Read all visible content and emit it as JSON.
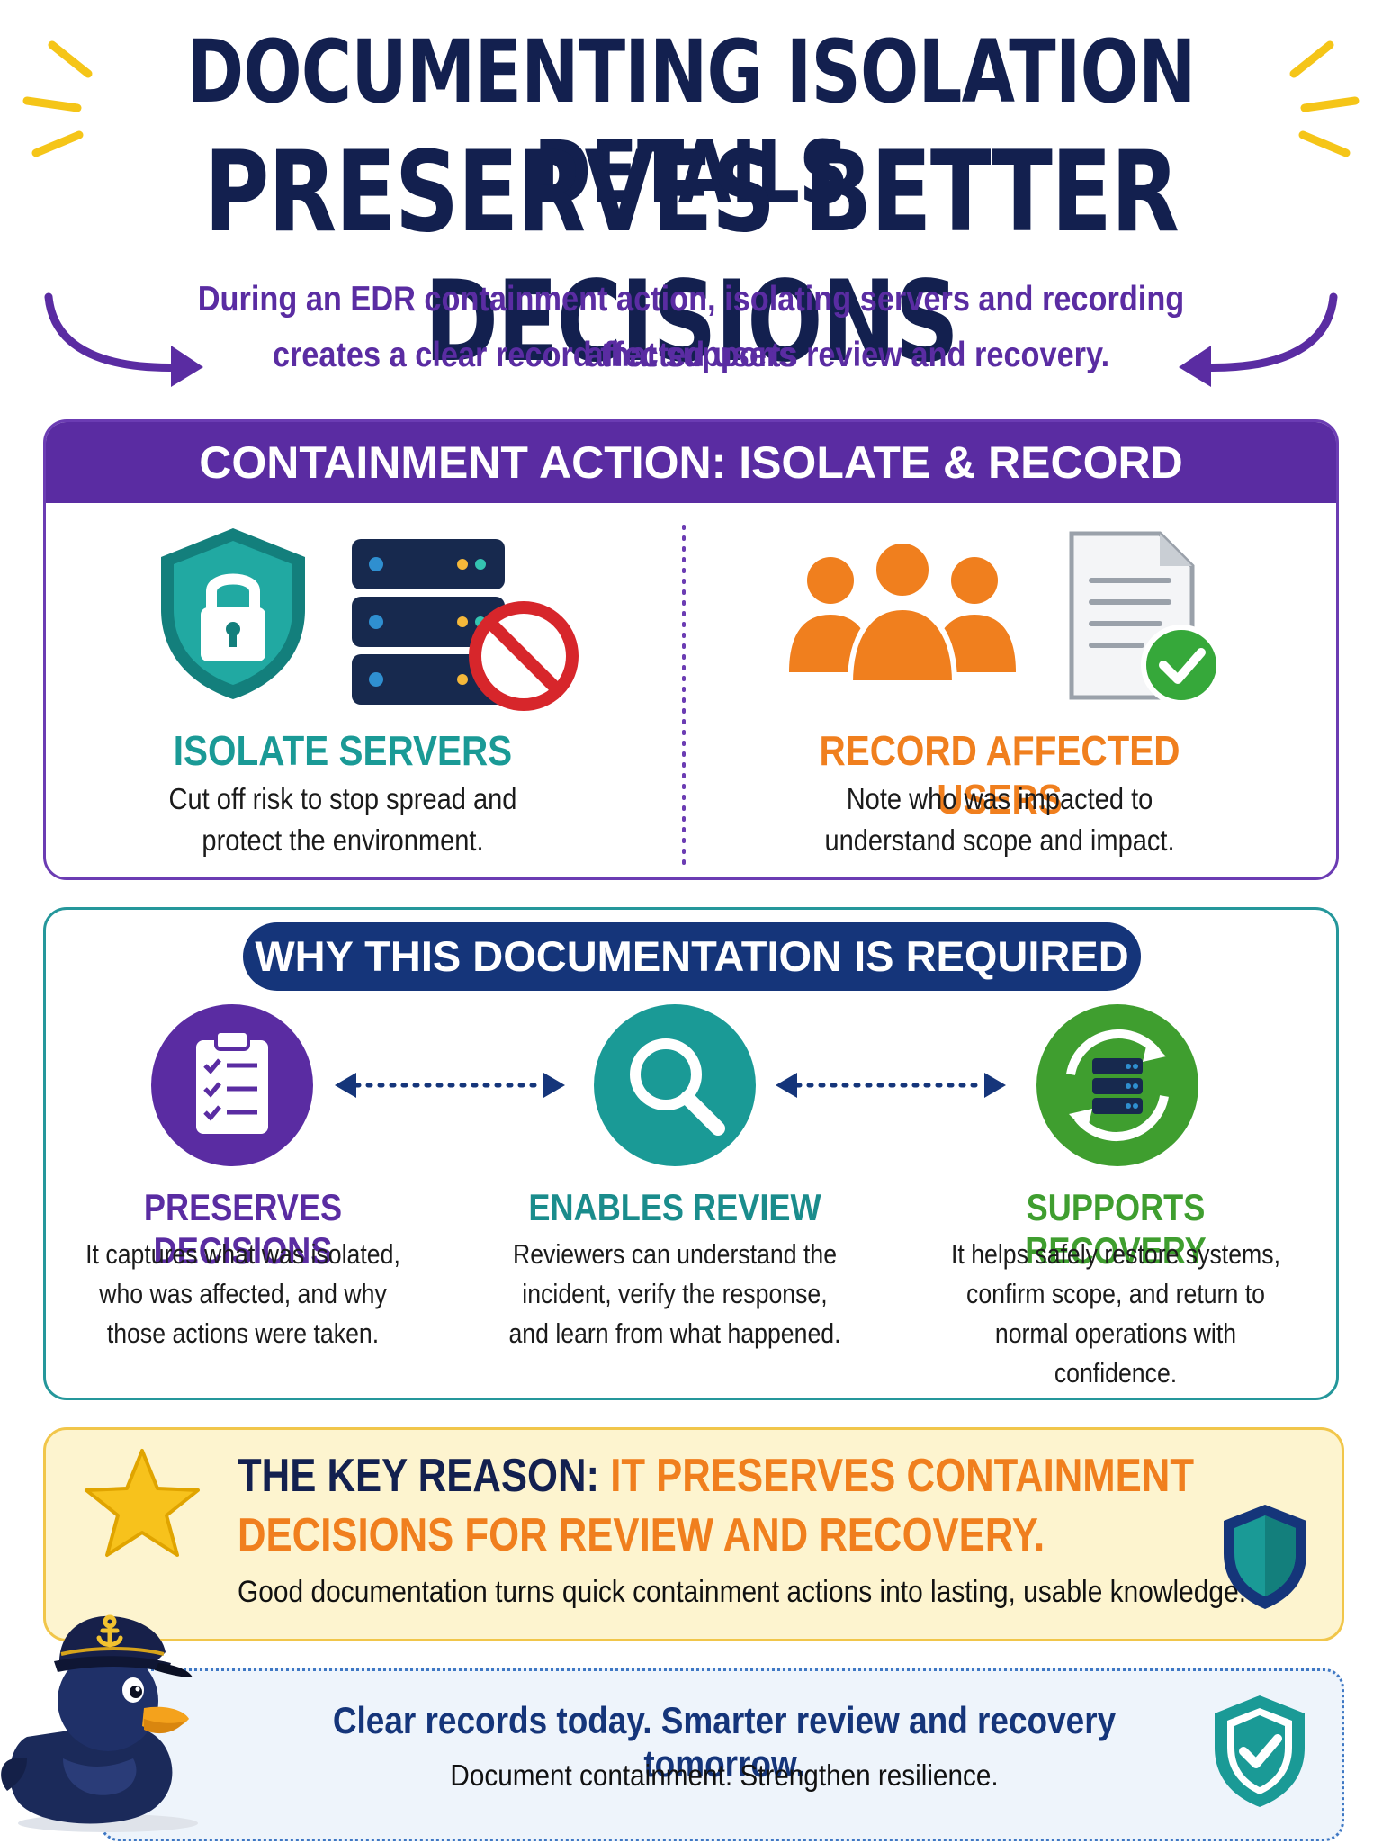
{
  "header": {
    "title_line1": "DOCUMENTING ISOLATION DETAILS",
    "title_line2": "PRESERVES BETTER DECISIONS",
    "intro_line1": "During an EDR containment action, isolating servers and recording affected users",
    "intro_line2": "creates a clear record that supports review and recovery."
  },
  "containment": {
    "header": "CONTAINMENT ACTION: ISOLATE & RECORD",
    "left": {
      "title": "ISOLATE SERVERS",
      "text_line1": "Cut off risk to stop spread and",
      "text_line2": "protect the environment."
    },
    "right": {
      "title": "RECORD AFFECTED USERS",
      "text_line1": "Note who was impacted to",
      "text_line2": "understand scope and impact."
    }
  },
  "why": {
    "header": "WHY THIS DOCUMENTATION IS REQUIRED",
    "items": [
      {
        "title": "PRESERVES DECISIONS",
        "lines": [
          "It captures what was isolated,",
          "who was affected, and why",
          "those actions were taken."
        ],
        "color": "#5a2ca2",
        "icon": "clipboard-checklist-icon"
      },
      {
        "title": "ENABLES REVIEW",
        "lines": [
          "Reviewers can understand the",
          "incident, verify the response,",
          "and learn from what happened."
        ],
        "color": "#1a8c8c",
        "icon": "magnifier-icon"
      },
      {
        "title": "SUPPORTS RECOVERY",
        "lines": [
          "It helps safely restore systems,",
          "confirm scope, and return to",
          "normal operations with",
          "confidence."
        ],
        "color": "#3f9e2f",
        "icon": "server-restore-icon"
      }
    ]
  },
  "key": {
    "label": "THE KEY REASON:",
    "statement_part1": "IT PRESERVES CONTAINMENT",
    "statement_part2": "DECISIONS FOR REVIEW AND RECOVERY.",
    "description": "Good documentation turns quick containment actions into lasting, usable knowledge."
  },
  "footer": {
    "title": "Clear records today. Smarter review and recovery tomorrow.",
    "subtitle": "Document containment. Strengthen resilience."
  },
  "colors": {
    "navy": "#13204f",
    "purple": "#5a2ca2",
    "teal": "#1a9a96",
    "orange": "#f07f1e",
    "green": "#3f9e2f",
    "accent_yellow": "#f5c518"
  }
}
